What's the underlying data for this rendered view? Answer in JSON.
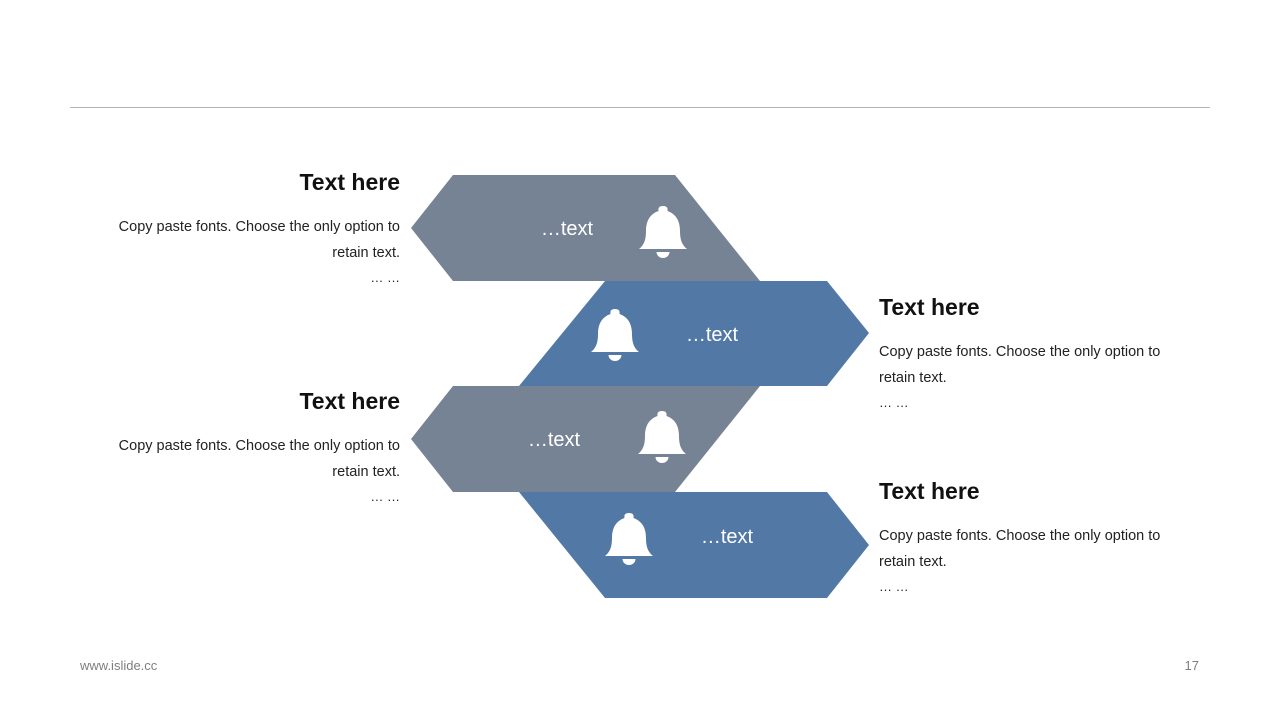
{
  "colors": {
    "gray_shape": "#768394",
    "blue_shape": "#5279a6",
    "icon": "#ffffff",
    "rule": "#b3b3b3"
  },
  "shapes": [
    {
      "label": "…text",
      "icon": "bell-icon",
      "color": "gray"
    },
    {
      "label": "…text",
      "icon": "bell-icon",
      "color": "blue"
    },
    {
      "label": "…text",
      "icon": "bell-icon",
      "color": "gray"
    },
    {
      "label": "…text",
      "icon": "bell-icon",
      "color": "blue"
    }
  ],
  "blocks": [
    {
      "title": "Text here",
      "line1": "Copy paste fonts. Choose the only option to",
      "line2": "retain text.",
      "dots": "… …"
    },
    {
      "title": "Text here",
      "line1": "Copy paste fonts. Choose the only option to",
      "line2": "retain text.",
      "dots": "… …"
    },
    {
      "title": "Text here",
      "line1": "Copy paste fonts. Choose the only option to",
      "line2": "retain text.",
      "dots": "… …"
    },
    {
      "title": "Text here",
      "line1": "Copy paste fonts. Choose the only option to",
      "line2": "retain text.",
      "dots": "… …"
    }
  ],
  "footer": {
    "website": "www.islide.cc",
    "page_number": "17"
  }
}
